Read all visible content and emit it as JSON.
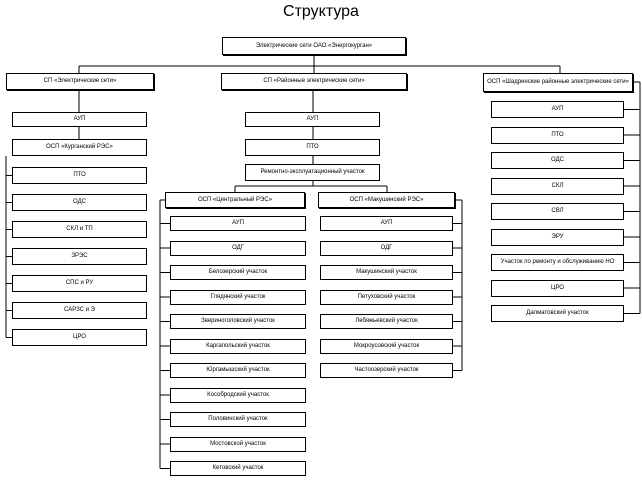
{
  "title": "Структура",
  "root": {
    "label": "Электрические сети ОАО «Энергокурган»"
  },
  "branches": {
    "left": {
      "label": "СП «Электрические сети»",
      "aup": "АУП",
      "osp": "ОСП «Курганский РЭС»",
      "items": [
        "ПТО",
        "ОДС",
        "СКЛ и ТП",
        "ЗРЭС",
        "СПС и РУ",
        "САРЗС и Э",
        "ЦРО"
      ]
    },
    "middle": {
      "label": "СП «Районные электрические сети»",
      "aup": "АУП",
      "pto": "ПТО",
      "repair": "Ремонтно-эксплуатационный участок",
      "central": {
        "label": "ОСП «Центральный РЭС»",
        "items": [
          "АУП",
          "ОДГ",
          "Белозерский участок",
          "Глядянский участок",
          "Звериноголовский участок",
          "Каргапольский участок",
          "Юргамышский участок",
          "Кособродский участок",
          "Половинский участок",
          "Мостовской участок",
          "Кетовский участок"
        ]
      },
      "makushino": {
        "label": "ОСП «Макушинский РЭС»",
        "items": [
          "АУП",
          "ОДГ",
          "Макушинский участок",
          "Петуховский участок",
          "Лебяжьевский участок",
          "Мокроусовский участок",
          "Частоозерский участок"
        ]
      }
    },
    "right": {
      "label": "ОСП «Шадринские районные электрические сети»",
      "items": [
        "АУП",
        "ПТО",
        "ОДС",
        "СКЛ",
        "СВЛ",
        "ЭРУ",
        "Участок по ремонту и обслуживанию НО",
        "ЦРО",
        "Далматовский участок"
      ]
    }
  }
}
